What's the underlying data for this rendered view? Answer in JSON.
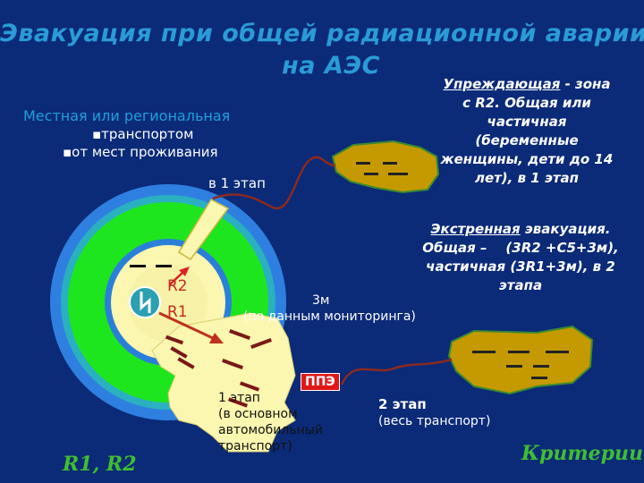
{
  "title_line1": "Эвакуация при общей радиационной аварии",
  "title_line2": "на АЭС",
  "local_regional": {
    "heading": "Местная или региональная",
    "items": [
      "▪транспортом",
      "▪от мест проживания"
    ]
  },
  "stage1_label": "в 1 этап",
  "preventive": {
    "word": "Упреждающая",
    "text": " - зона\nс R2. Общая или\nчастичная\n(беременные\nженщины, дети до 14\nлет), в 1 этап"
  },
  "emergency": {
    "word": "Экстренная",
    "text": " эвакуация.\nОбщая –    (3R2 +C5+3м),\nчастичная (3R1+3м), в 2\nэтапа"
  },
  "zone_3m": "3м",
  "monitoring": "(по данным мониторинга)",
  "r2": "R2",
  "r1": "R1",
  "ppe": "ППЭ",
  "stage1_transport": "1 этап\n(в основном\nавтомобильный\nтранспорт)",
  "stage2": {
    "title": "2 этап",
    "text": "(весь транспорт)"
  },
  "criteria": "Критерии",
  "r_legend": "R1, R2"
}
